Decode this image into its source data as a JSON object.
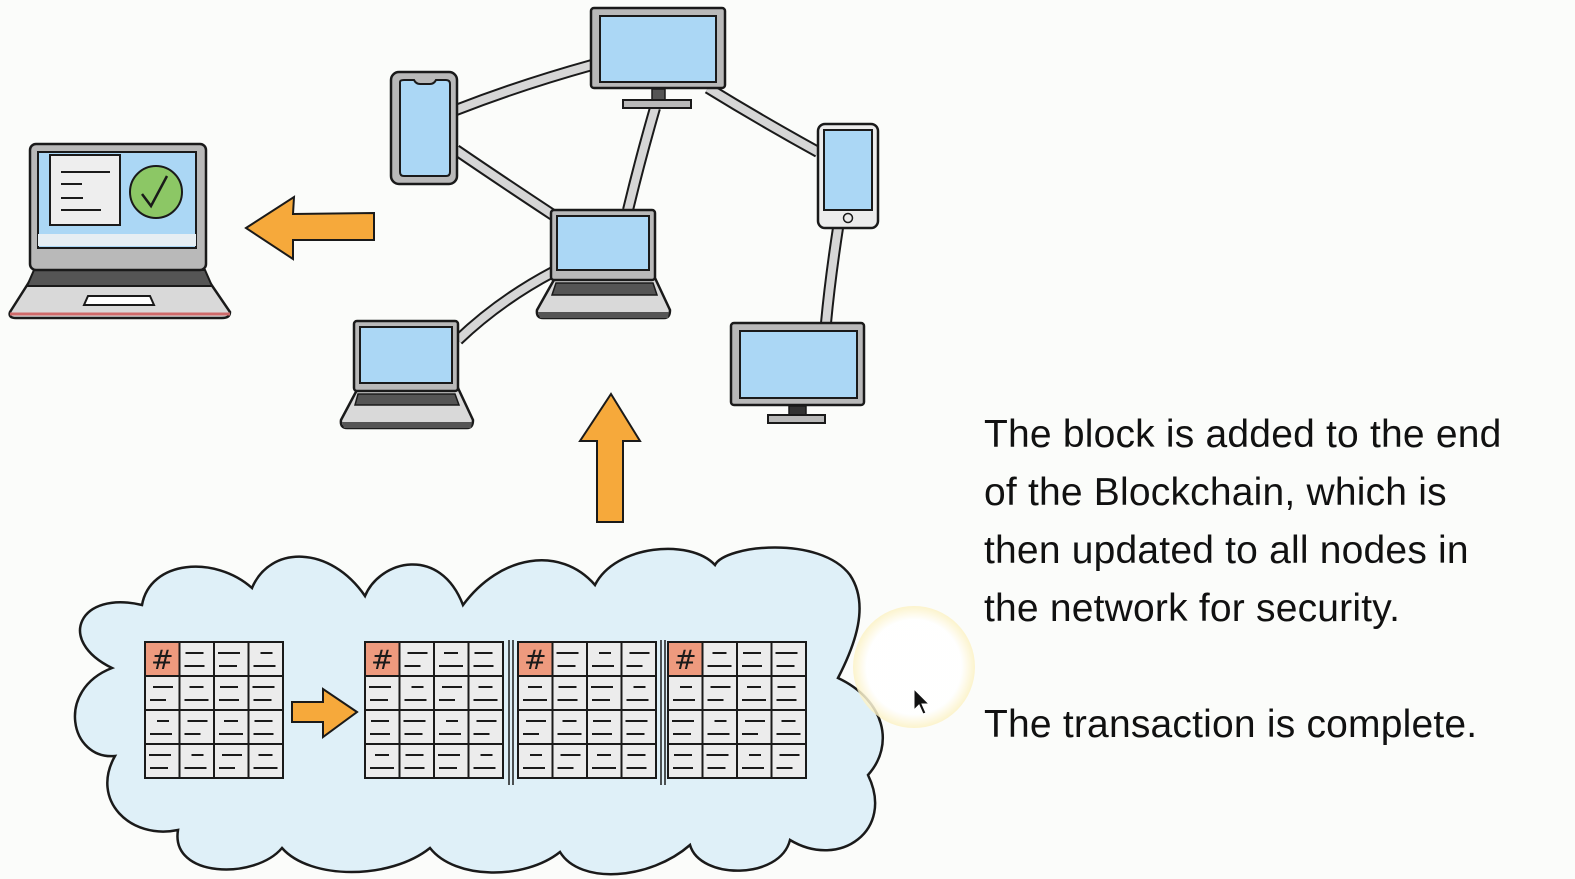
{
  "slide": {
    "caption_lines": [
      "The block is added to the end",
      "of the Blockchain, which is",
      "then updated to all nodes in",
      "the network for security."
    ],
    "conclusion": "The transaction is complete."
  },
  "diagram": {
    "recipient": {
      "device": "laptop",
      "screen_icons": [
        "document-icon",
        "check-circle-icon"
      ]
    },
    "network_nodes": [
      {
        "id": "phone-left",
        "device": "smartphone"
      },
      {
        "id": "monitor-top",
        "device": "desktop-monitor"
      },
      {
        "id": "phone-right",
        "device": "smartphone"
      },
      {
        "id": "laptop-center",
        "device": "laptop"
      },
      {
        "id": "laptop-bottom-left",
        "device": "laptop"
      },
      {
        "id": "monitor-bottom-right",
        "device": "desktop-monitor"
      }
    ],
    "connections": [
      [
        "phone-left",
        "monitor-top"
      ],
      [
        "phone-left",
        "laptop-center"
      ],
      [
        "monitor-top",
        "laptop-center"
      ],
      [
        "monitor-top",
        "phone-right"
      ],
      [
        "phone-right",
        "monitor-bottom-right"
      ],
      [
        "laptop-center",
        "laptop-bottom-left"
      ]
    ],
    "cloud": {
      "new_block": {
        "hash_label": "#"
      },
      "chain_blocks": [
        {
          "hash_label": "#"
        },
        {
          "hash_label": "#"
        },
        {
          "hash_label": "#"
        }
      ]
    },
    "arrows": [
      "arrow-left-to-recipient",
      "arrow-up-to-network",
      "arrow-right-add-block"
    ]
  },
  "colors": {
    "screen_blue": "#abd7f5",
    "device_gray": "#b9b9b9",
    "device_dark": "#555555",
    "arrow_orange": "#f6a93b",
    "cloud_fill": "#dff0f8",
    "hash_cell": "#ee9a7e",
    "cell_fill": "#ececec",
    "check_green": "#8cc765",
    "outline": "#1a1a1a"
  }
}
